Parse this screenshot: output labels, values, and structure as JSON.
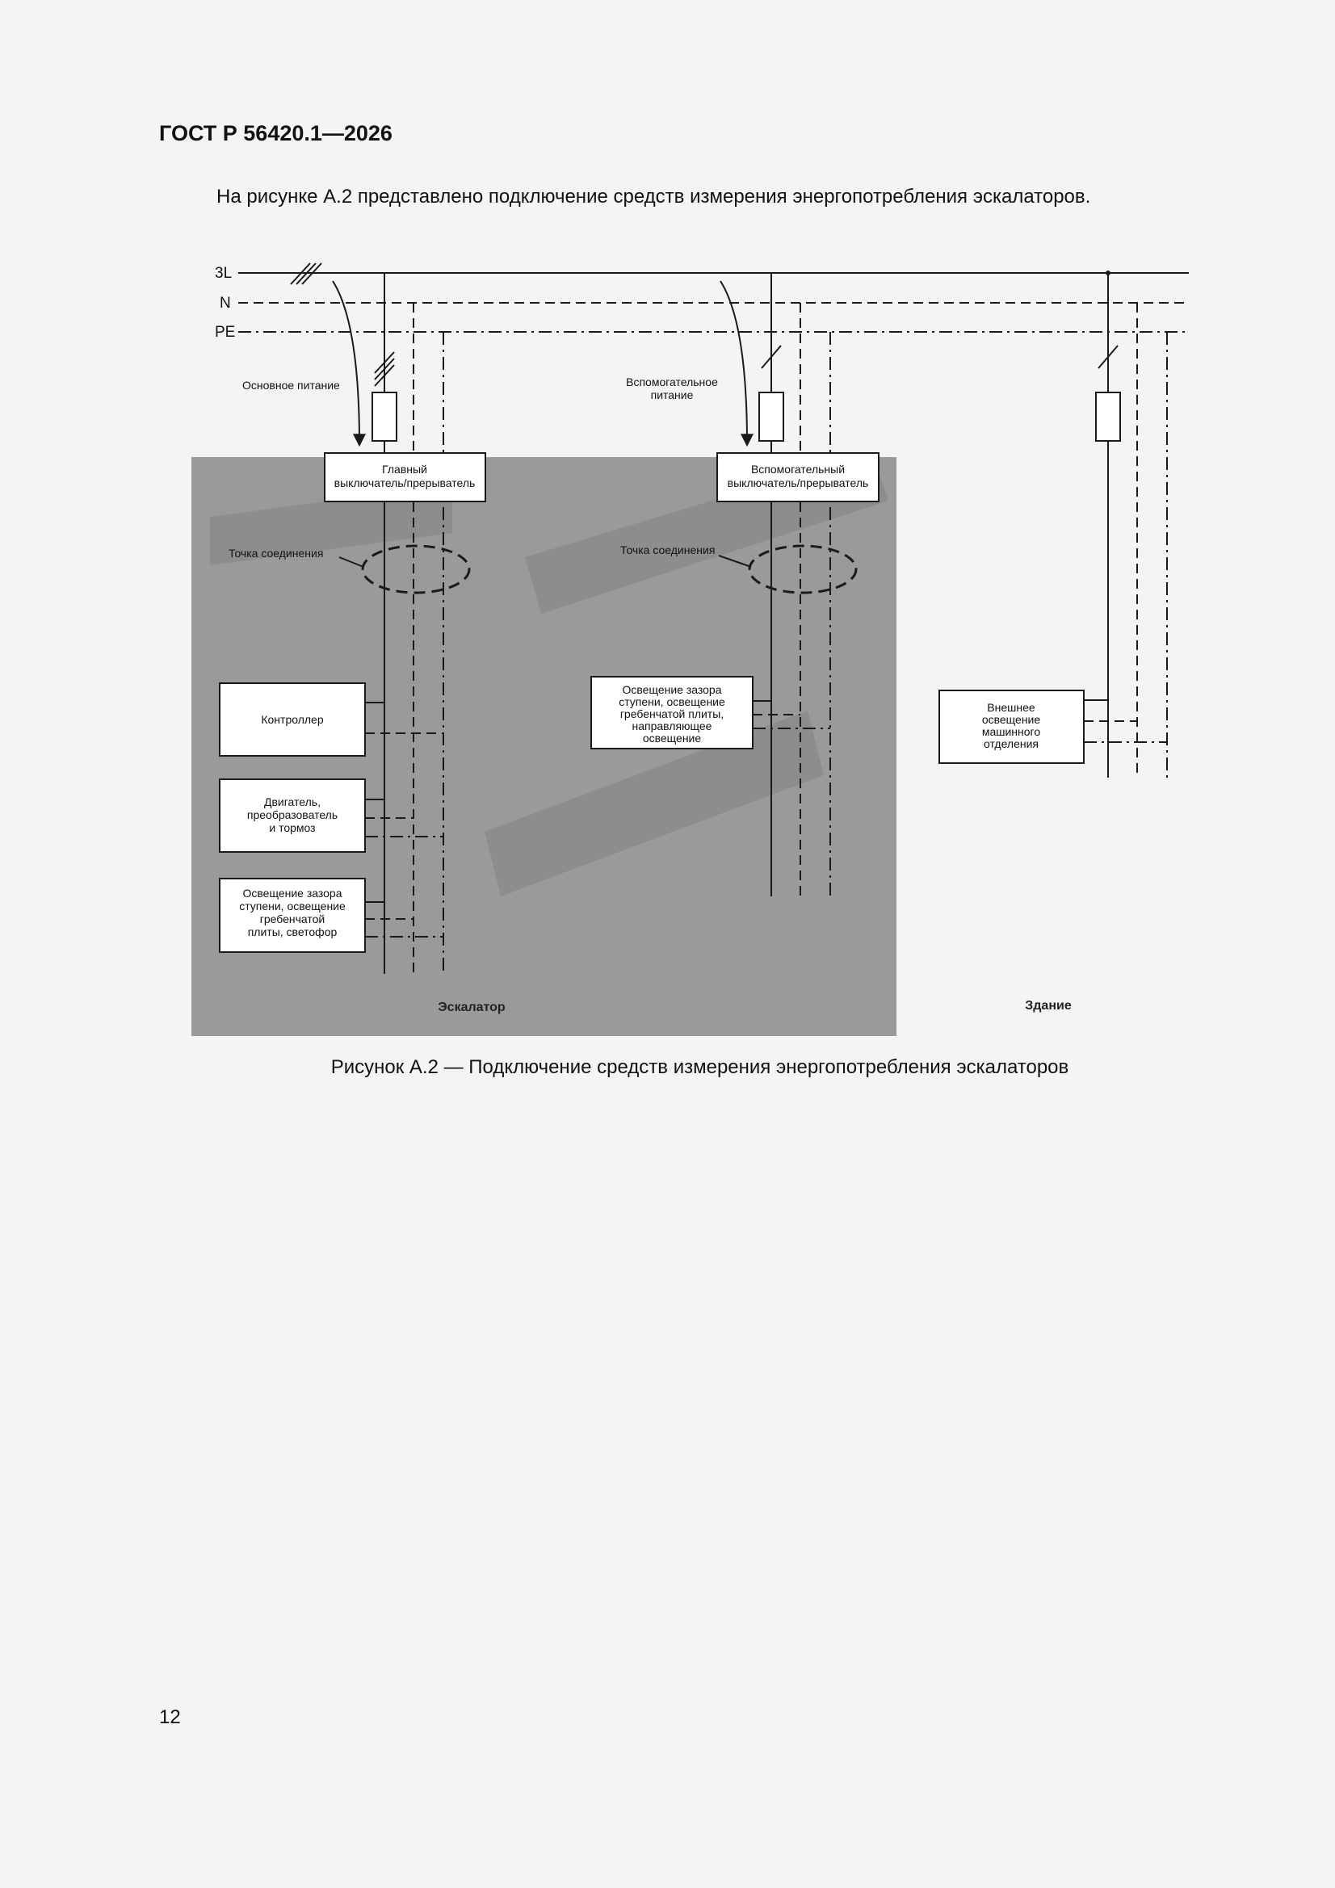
{
  "header": {
    "doc_id": "ГОСТ Р 56420.1—2026"
  },
  "intro_text": "На рисунке А.2 представлено подключение средств измерения энергопотребления эскалаторов.",
  "figure": {
    "bus_labels": {
      "l3": "3L",
      "n": "N",
      "pe": "PE"
    },
    "feeds": {
      "main": "Основное питание",
      "aux_line1": "Вспомогательное",
      "aux_line2": "питание"
    },
    "switches": {
      "main_line1": "Главный",
      "main_line2": "выключатель/прерыватель",
      "aux_line1": "Вспомогательный",
      "aux_line2": "выключатель/прерыватель"
    },
    "connection_point": "Точка соединения",
    "consumers": {
      "controller": "Контроллер",
      "motor": [
        "Двигатель,",
        "преобразователь",
        "и тормоз"
      ],
      "step_lighting": [
        "Освещение зазора",
        "ступени, освещение",
        "гребенчатой",
        "плиты, светофор"
      ],
      "aux_lighting": [
        "Освещение зазора",
        "ступени, освещение",
        "гребенчатой плиты,",
        "направляющее",
        "освещение"
      ],
      "machine_room": [
        "Внешнее",
        "освещение",
        "машинного",
        "отделения"
      ]
    },
    "areas": {
      "escalator": "Эскалатор",
      "building": "Здание"
    },
    "colors": {
      "escalator_area": "#9a9a9a",
      "box_fill": "#ffffff",
      "line": "#1a1a1a"
    }
  },
  "caption": "Рисунок А.2 — Подключение средств измерения энергопотребления эскалаторов",
  "page_number": "12"
}
